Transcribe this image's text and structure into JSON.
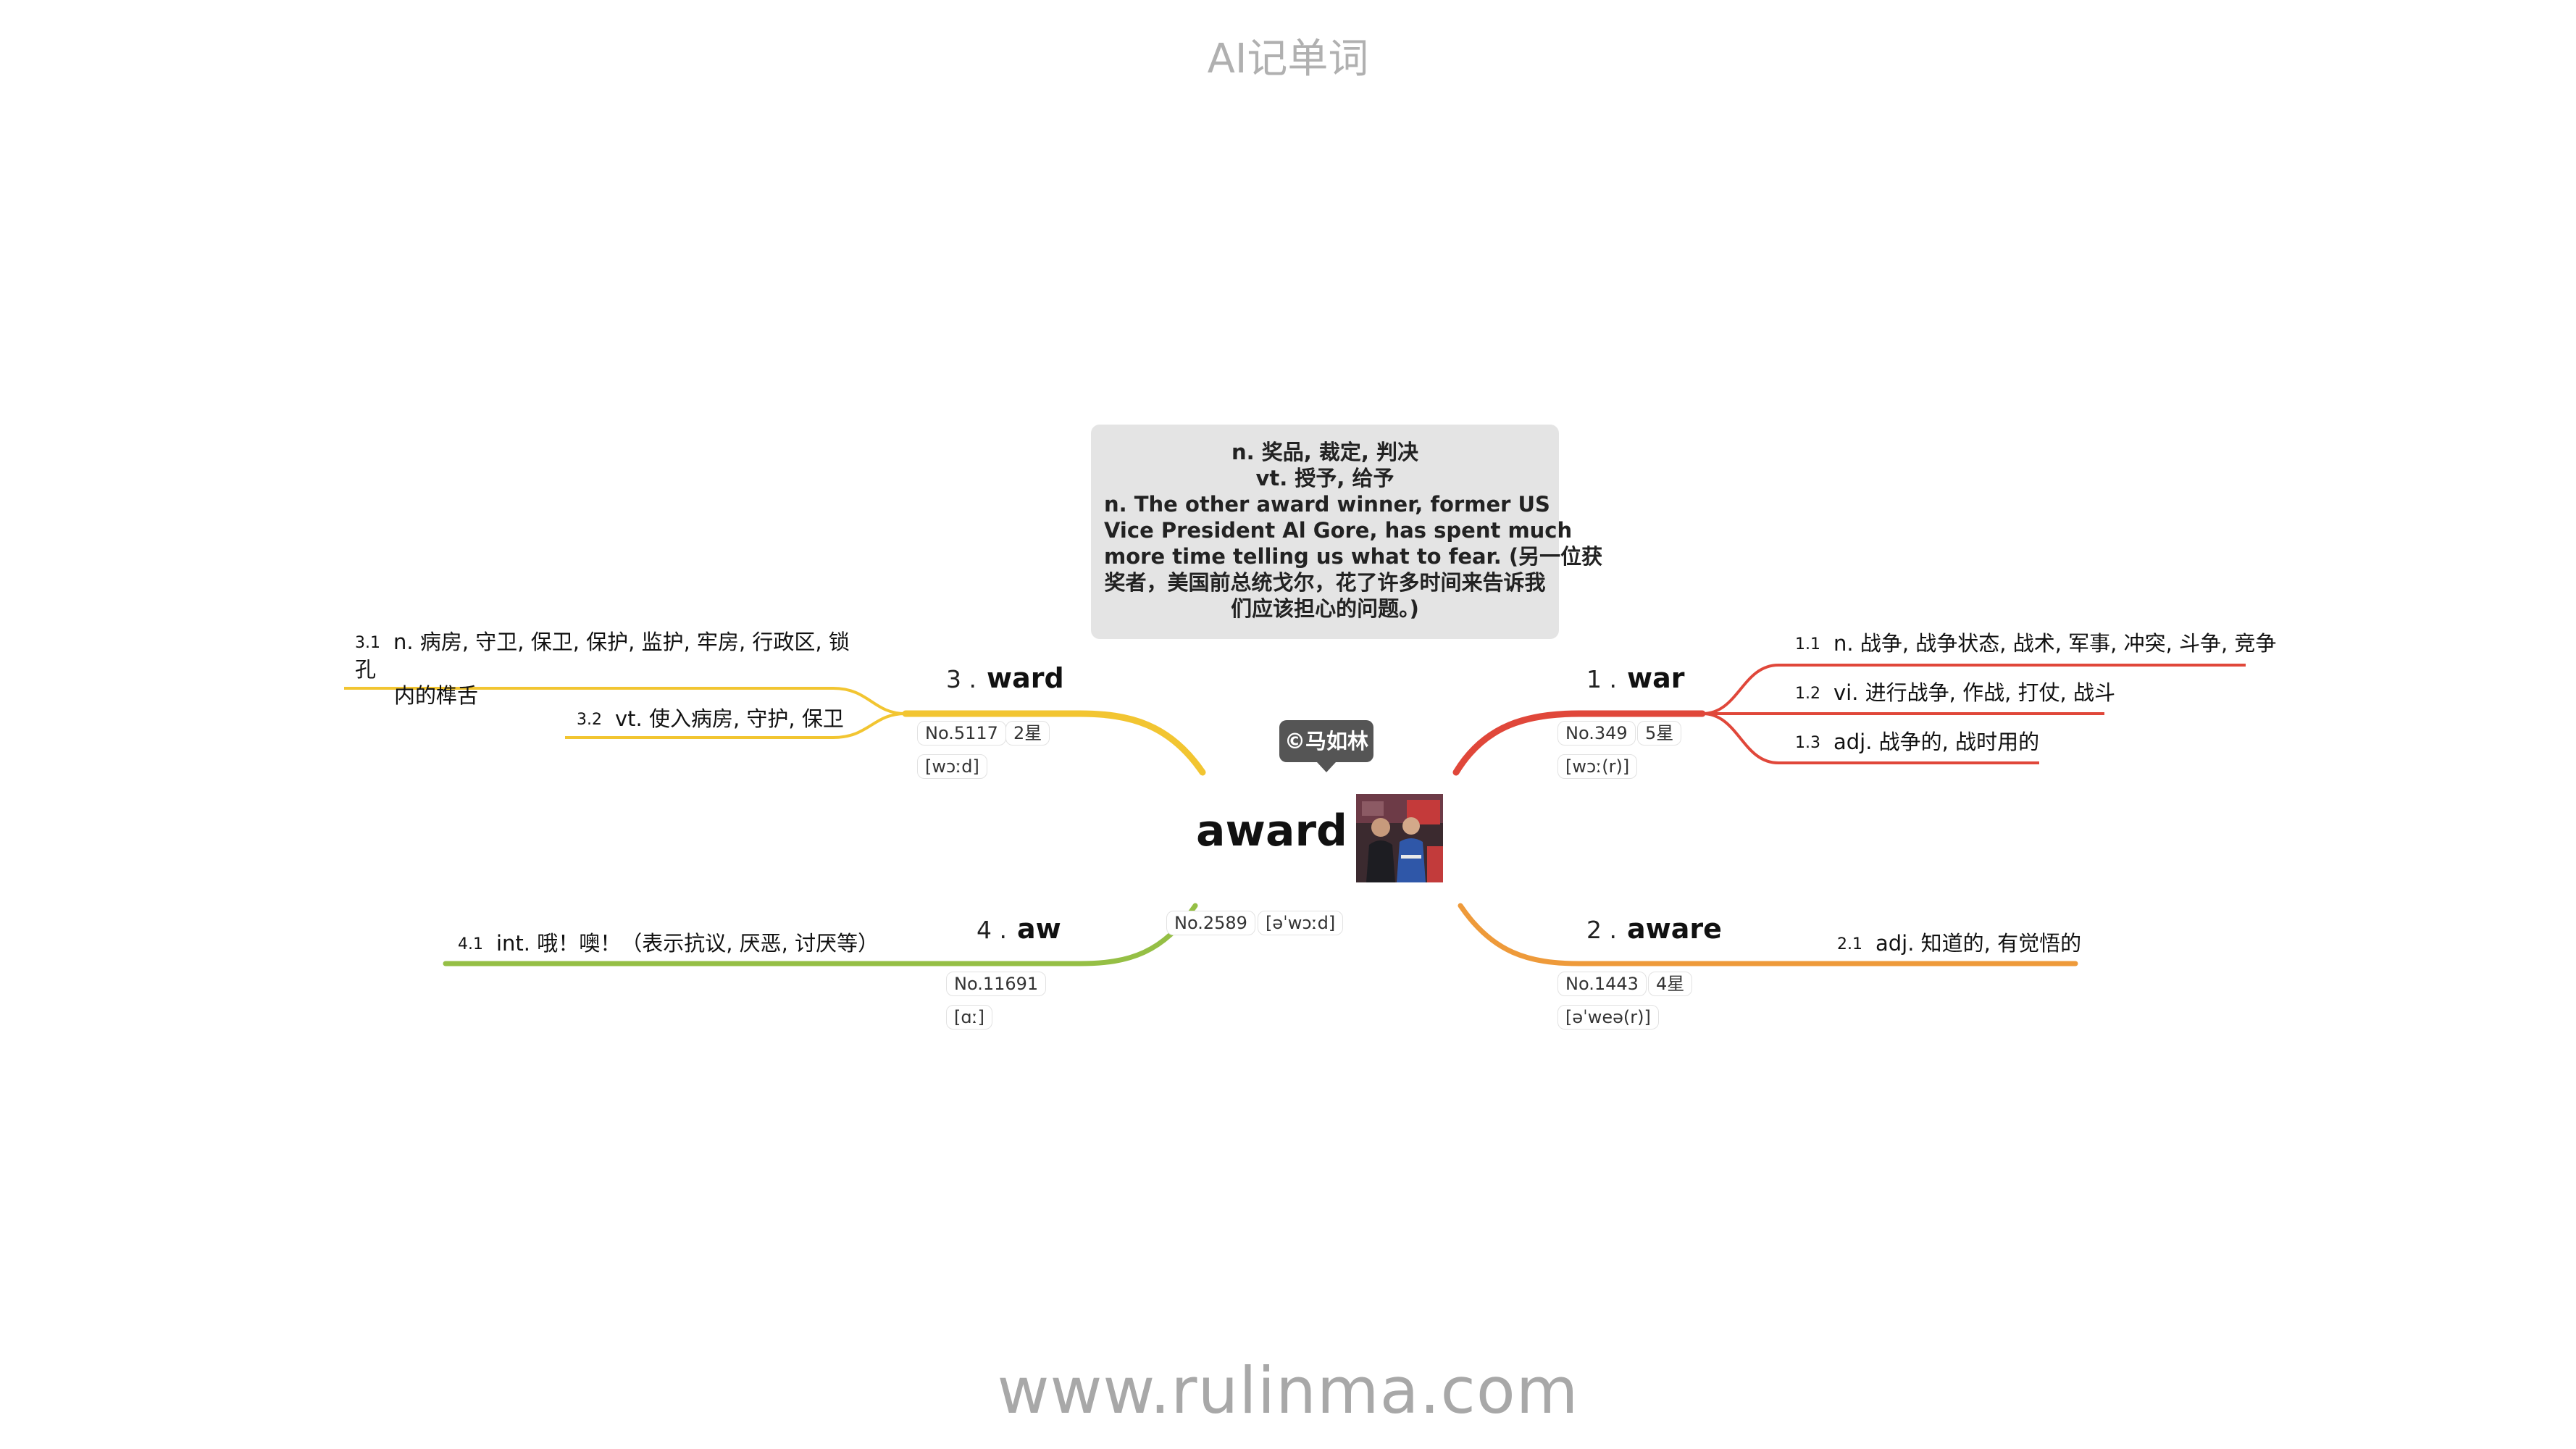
{
  "header": {
    "title": "AI记单词"
  },
  "footer": {
    "url": "www.rulinma.com"
  },
  "central": {
    "word": "award",
    "rank": "No.2589",
    "phonetic": "[əˈwɔːd]",
    "copyright": "©马如林",
    "definition_lines": [
      "n. 奖品, 裁定, 判决",
      "vt. 授予, 给予",
      "n. The other award winner, former US",
      "Vice President Al Gore, has spent much",
      "more time telling us what to fear. (另一位获",
      "奖者，美国前总统戈尔，花了许多时间来告诉我",
      "们应该担心的问题。)"
    ]
  },
  "branches": [
    {
      "number": "1 .",
      "word": "war",
      "rank": "No.349",
      "stars": "5星",
      "phonetic": "[wɔː(r)]",
      "color": "#e0473a",
      "senses": [
        {
          "number": "1.1",
          "text": "n. 战争, 战争状态, 战术, 军事, 冲突, 斗争, 竞争"
        },
        {
          "number": "1.2",
          "text": "vi. 进行战争, 作战, 打仗, 战斗"
        },
        {
          "number": "1.3",
          "text": "adj. 战争的, 战时用的"
        }
      ]
    },
    {
      "number": "2 .",
      "word": "aware",
      "rank": "No.1443",
      "stars": "4星",
      "phonetic": "[əˈweə(r)]",
      "color": "#ee9a3a",
      "senses": [
        {
          "number": "2.1",
          "text": "adj. 知道的, 有觉悟的"
        }
      ]
    },
    {
      "number": "3 .",
      "word": "ward",
      "rank": "No.5117",
      "stars": "2星",
      "phonetic": "[wɔːd]",
      "color": "#f2c531",
      "senses": [
        {
          "number": "3.1",
          "text": "n. 病房, 守卫, 保卫, 保护, 监护, 牢房, 行政区, 锁孔",
          "text2": "内的榫舌"
        },
        {
          "number": "3.2",
          "text": "vt. 使入病房, 守护, 保卫"
        }
      ]
    },
    {
      "number": "4 .",
      "word": "aw",
      "rank": "No.11691",
      "phonetic": "[ɑː]",
      "color": "#95bf45",
      "senses": [
        {
          "number": "4.1",
          "text": "int. 哦！噢！（表示抗议, 厌恶, 讨厌等）"
        }
      ]
    }
  ]
}
